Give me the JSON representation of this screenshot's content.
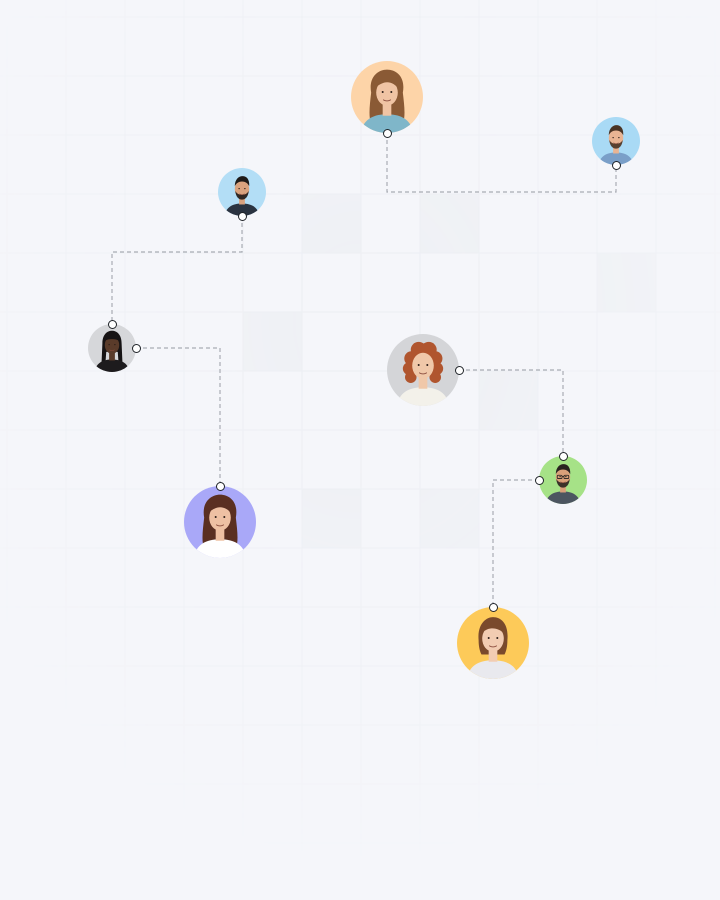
{
  "people": [
    {
      "id": "p-top-center",
      "bg": "#fdd4a8",
      "skin": "#f0c4a4",
      "hair": "#8a5a35",
      "shirt": "#7fb6c9",
      "hair_style": "long"
    },
    {
      "id": "p-top-right",
      "bg": "#a9daf5",
      "skin": "#e9b493",
      "hair": "#4a3324",
      "shirt": "#7a9fc8",
      "hair_style": "short-beard"
    },
    {
      "id": "p-upper-left",
      "bg": "#b3def6",
      "skin": "#d9a27e",
      "hair": "#1e1a18",
      "shirt": "#2a3340",
      "hair_style": "short-beard"
    },
    {
      "id": "p-mid-left",
      "bg": "#d6d7da",
      "skin": "#5a3b2a",
      "hair": "#161314",
      "shirt": "#1d1b1d",
      "hair_style": "braids"
    },
    {
      "id": "p-center",
      "bg": "#d4d5d8",
      "skin": "#f0c8a9",
      "hair": "#b0552e",
      "shirt": "#f3f1ea",
      "hair_style": "curly"
    },
    {
      "id": "p-right",
      "bg": "#a6e287",
      "skin": "#d9a07a",
      "hair": "#2a2320",
      "shirt": "#4c5560",
      "hair_style": "short-beard-glasses"
    },
    {
      "id": "p-lower-left",
      "bg": "#a9a8f8",
      "skin": "#eec0a3",
      "hair": "#5a2f22",
      "shirt": "#ffffff",
      "hair_style": "long"
    },
    {
      "id": "p-bottom",
      "bg": "#fdca59",
      "skin": "#f2ccb2",
      "hair": "#7a4a2c",
      "shirt": "#e9e9ee",
      "hair_style": "bob"
    }
  ],
  "links": [
    {
      "from": "p-top-center",
      "to": "p-top-right"
    },
    {
      "from": "p-upper-left",
      "to": "p-mid-left"
    },
    {
      "from": "p-mid-left",
      "to": "p-lower-left"
    },
    {
      "from": "p-center",
      "to": "p-right"
    },
    {
      "from": "p-right",
      "to": "p-bottom"
    }
  ],
  "colors": {
    "background": "#f5f6fa",
    "grid_line": "#ebedf2",
    "connector": "#a9acb3",
    "dot_fill": "#ffffff",
    "dot_stroke": "#1f2328"
  }
}
